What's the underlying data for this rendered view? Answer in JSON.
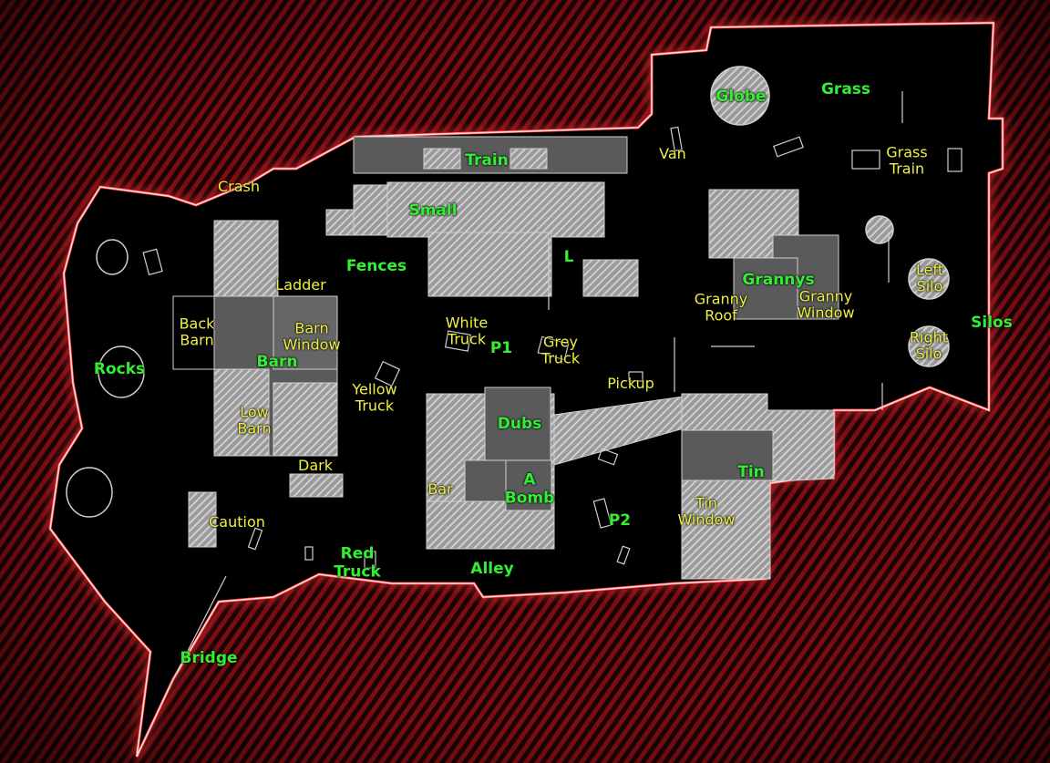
{
  "colors": {
    "major_label": "#33ee33",
    "minor_label": "#f0f040",
    "outside_stripe_a": "#7a0d12",
    "outside_stripe_b": "#1a0305",
    "outline_glow": "#ff2a2a",
    "floor": "#000000",
    "structure": "#9a9a9a",
    "dark_structure": "#5a5a5a"
  },
  "labels": {
    "major": [
      {
        "key": "globe",
        "text": "Globe"
      },
      {
        "key": "grass",
        "text": "Grass"
      },
      {
        "key": "train",
        "text": "Train"
      },
      {
        "key": "small",
        "text": "Small"
      },
      {
        "key": "fences",
        "text": "Fences"
      },
      {
        "key": "l",
        "text": "L"
      },
      {
        "key": "grannys",
        "text": "Grannys"
      },
      {
        "key": "silos",
        "text": "Silos"
      },
      {
        "key": "rocks",
        "text": "Rocks"
      },
      {
        "key": "barn",
        "text": "Barn"
      },
      {
        "key": "p1",
        "text": "P1"
      },
      {
        "key": "dubs",
        "text": "Dubs"
      },
      {
        "key": "a_bomb",
        "text": "A\nBomb"
      },
      {
        "key": "tin",
        "text": "Tin"
      },
      {
        "key": "p2",
        "text": "P2"
      },
      {
        "key": "red_truck",
        "text": "Red\nTruck"
      },
      {
        "key": "alley",
        "text": "Alley"
      },
      {
        "key": "bridge",
        "text": "Bridge"
      }
    ],
    "minor": [
      {
        "key": "crash",
        "text": "Crash"
      },
      {
        "key": "van",
        "text": "Van"
      },
      {
        "key": "grass_train",
        "text": "Grass\nTrain"
      },
      {
        "key": "ladder",
        "text": "Ladder"
      },
      {
        "key": "left_silo",
        "text": "Left\nSilo"
      },
      {
        "key": "right_silo",
        "text": "Right\nSilo"
      },
      {
        "key": "granny_roof",
        "text": "Granny\nRoof"
      },
      {
        "key": "granny_window",
        "text": "Granny\nWindow"
      },
      {
        "key": "back_barn",
        "text": "Back\nBarn"
      },
      {
        "key": "barn_window",
        "text": "Barn\nWindow"
      },
      {
        "key": "white_truck",
        "text": "White\nTruck"
      },
      {
        "key": "grey_truck",
        "text": "Grey\nTruck"
      },
      {
        "key": "pickup",
        "text": "Pickup"
      },
      {
        "key": "yellow_truck",
        "text": "Yellow\nTruck"
      },
      {
        "key": "low_barn",
        "text": "Low\nBarn"
      },
      {
        "key": "dark",
        "text": "Dark"
      },
      {
        "key": "bar",
        "text": "Bar"
      },
      {
        "key": "caution",
        "text": "Caution"
      },
      {
        "key": "tin_window",
        "text": "Tin\nWindow"
      }
    ]
  }
}
